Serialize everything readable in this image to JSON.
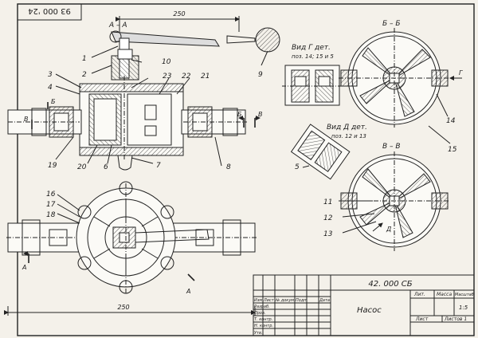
{
  "stamp_code": "93 000 '24",
  "dimensions": {
    "top": "250",
    "bottom": "250"
  },
  "sections": {
    "aa": "А – А",
    "bb": "Б – Б",
    "vv": "В – В"
  },
  "cut_marks": {
    "a": "А",
    "b": "Б",
    "v": "В",
    "g": "Г",
    "d": "Д"
  },
  "views": {
    "g_title": "Вид Г дет.",
    "g_sub": "поз. 14; 15 и 5",
    "d_title": "Вид Д дет.",
    "d_sub": "поз. 12 и 13"
  },
  "positions": [
    "1",
    "2",
    "3",
    "4",
    "5",
    "6",
    "7",
    "8",
    "9",
    "10",
    "11",
    "12",
    "13",
    "14",
    "15",
    "16",
    "17",
    "18",
    "19",
    "20",
    "21",
    "22",
    "23"
  ],
  "title_block": {
    "doc_code": "42. 000 СБ",
    "name": "Насос",
    "col_lit": "Лит.",
    "col_mass": "Масса",
    "col_scale": "Масштаб",
    "scale": "1:5",
    "sheet": "Лист",
    "sheets": "Листов 1",
    "h_izm": "Изм",
    "h_list": "Лист",
    "h_doc": "№ докум.",
    "h_sign": "Подп.",
    "h_date": "Дата",
    "r_razrab": "Разраб.",
    "r_prov": "Пров.",
    "r_tkontr": "Т. контр.",
    "r_nkontr": "Н. контр.",
    "r_utv": "Утв."
  }
}
